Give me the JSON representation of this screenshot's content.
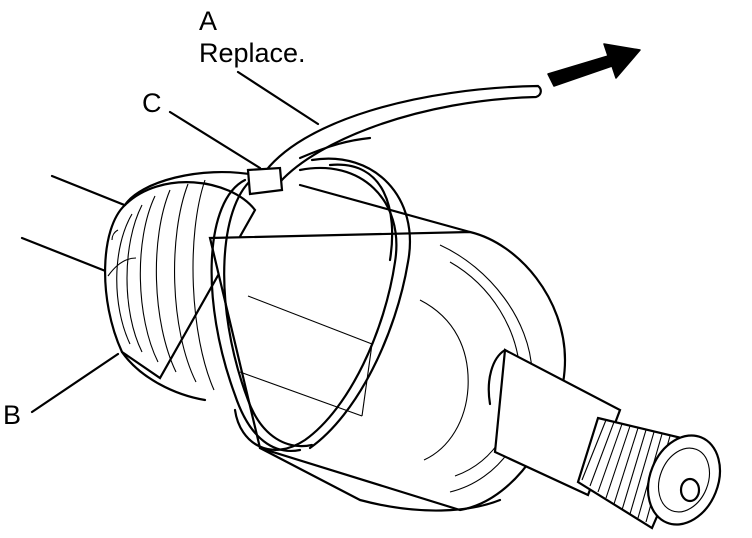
{
  "labels": {
    "a": "A",
    "a_note": "Replace.",
    "c": "C",
    "b": "B"
  },
  "colors": {
    "ink": "#000000",
    "paper": "#ffffff"
  },
  "icons": {
    "pull_direction": "arrow-right-icon"
  }
}
